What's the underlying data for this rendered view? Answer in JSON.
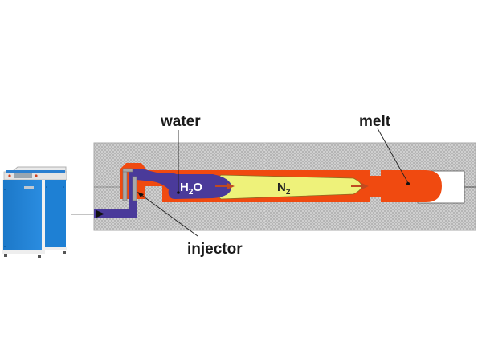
{
  "diagram": {
    "title": "Water-assisted injection molding",
    "labels": {
      "water": "water",
      "melt": "melt",
      "injector": "injector",
      "h2o_main": "H",
      "h2o_sub": "2",
      "h2o_tail": "O",
      "n2_main": "N",
      "n2_sub": "2"
    },
    "colors": {
      "mold": "#c8c8c8",
      "melt": "#f04a10",
      "water": "#4a3a9a",
      "nitrogen": "#eef27a",
      "arrow": "#c04a20",
      "machine_blue": "#1e7fd0",
      "injector_gray": "#a8a8a8"
    }
  }
}
